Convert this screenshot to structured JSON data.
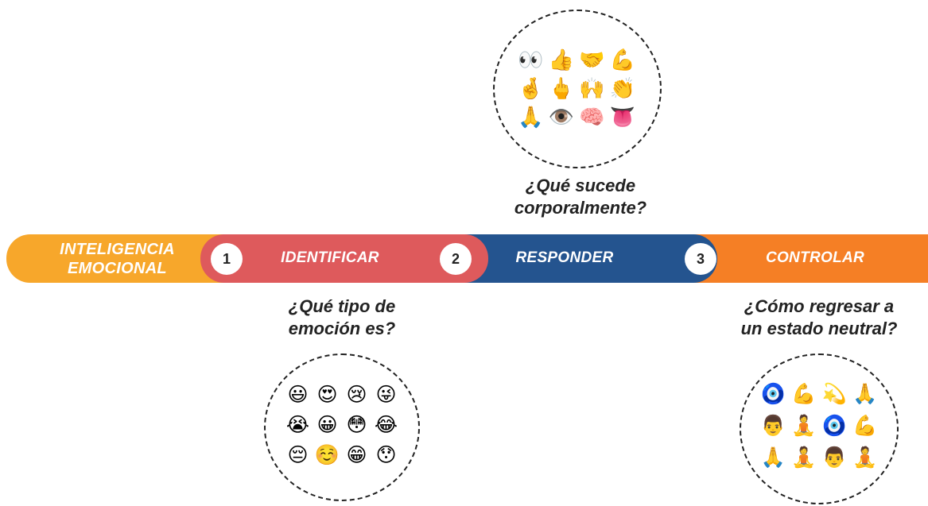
{
  "main_label": [
    "INTELIGENCIA",
    "EMOCIONAL"
  ],
  "steps": [
    {
      "number": "1",
      "label": "IDENTIFICAR"
    },
    {
      "number": "2",
      "label": "RESPONDER"
    },
    {
      "number": "3",
      "label": "CONTROLAR"
    }
  ],
  "questions": {
    "identify": [
      "¿Qué tipo de",
      "emoción es?"
    ],
    "respond": [
      "¿Qué sucede",
      "corporalmente?"
    ],
    "control": [
      "¿Cómo regresar a",
      "un estado neutral?"
    ]
  },
  "emoji_sets": {
    "identify": [
      "😃",
      "😍",
      "😢",
      "😜",
      "😭",
      "😀",
      "😳",
      "😂",
      "😔",
      "☺️",
      "😁",
      "😯"
    ],
    "respond": [
      "👀",
      "👍",
      "🤝",
      "💪",
      "🤞",
      "🖕",
      "🙌",
      "👏",
      "🙏",
      "👁️",
      "🧠",
      "👅"
    ],
    "control": [
      "🧿",
      "💪",
      "💫",
      "🙏",
      "👨",
      "🧘",
      "🧿",
      "💪",
      "🙏",
      "🧘",
      "👨",
      "🧘"
    ]
  },
  "colors": {
    "orange": "#f7a72b",
    "red": "#de5a5c",
    "blue": "#24548f",
    "orange_dark": "#f57f25"
  }
}
